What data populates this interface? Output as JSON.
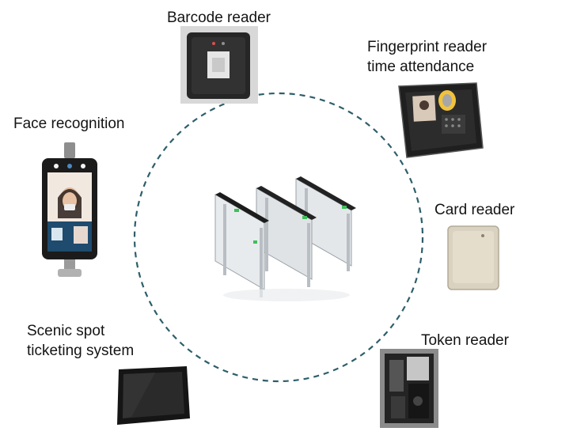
{
  "labels": {
    "barcode": "Barcode reader",
    "fingerprint_line1": "Fingerprint reader",
    "fingerprint_line2": "time attendance",
    "face": "Face recognition",
    "card": "Card reader",
    "scenic_line1": "Scenic spot",
    "scenic_line2": "ticketing system",
    "token": "Token reader"
  },
  "colors": {
    "dashed_circle": "#2d5f6a",
    "text": "#141414",
    "device_dark": "#222222",
    "glass": "#d9dde0",
    "indicator_green": "#3fbf5a"
  },
  "icons": {
    "center": "turnstile-gate-icon",
    "barcode": "barcode-reader-icon",
    "fingerprint": "fingerprint-terminal-icon",
    "face": "face-recognition-terminal-icon",
    "card": "card-reader-icon",
    "scenic": "ticketing-monitor-icon",
    "token": "token-reader-icon"
  }
}
